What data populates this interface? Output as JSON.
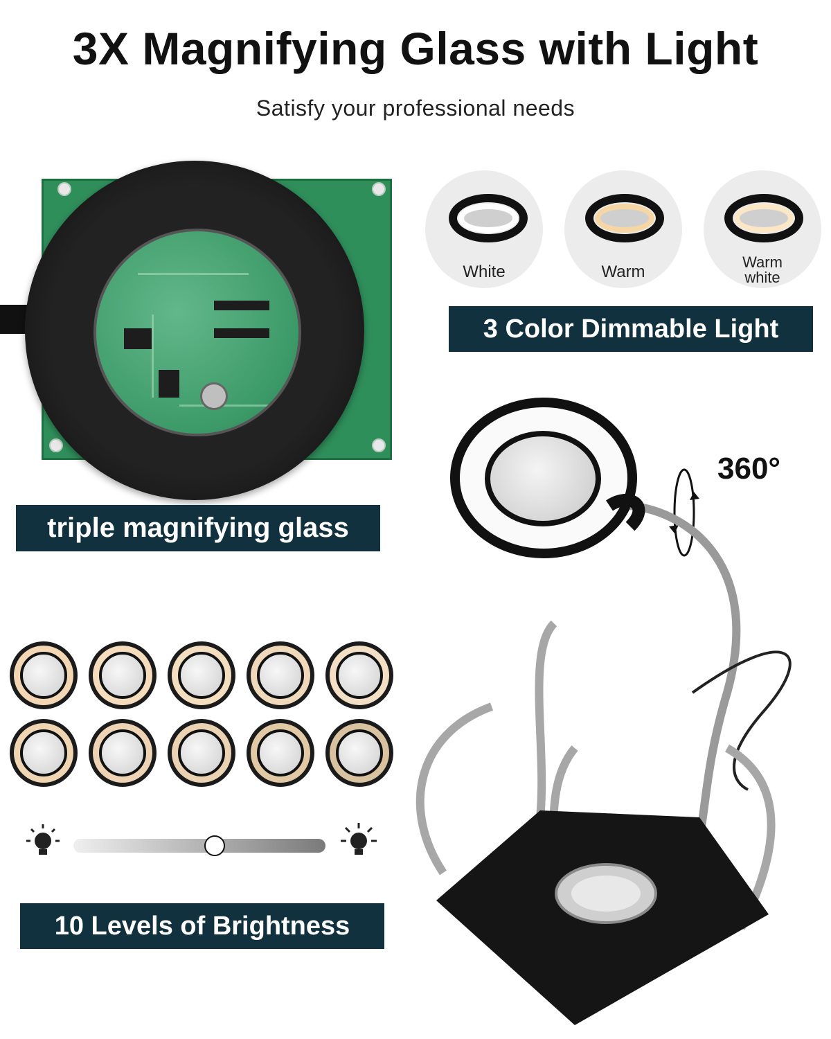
{
  "header": {
    "title": "3X Magnifying Glass with Light",
    "subtitle": "Satisfy your professional needs"
  },
  "features": {
    "magnifier_label": "triple magnifying glass",
    "color_label": "3 Color Dimmable Light",
    "brightness_label": "10 Levels of Brightness",
    "rotation_label": "360°"
  },
  "color_modes": [
    {
      "line1": "White",
      "line2": "",
      "glow": "#ffffff"
    },
    {
      "line1": "Warm",
      "line2": "",
      "glow": "#f6d6a4"
    },
    {
      "line1": "Warm",
      "line2": "white",
      "glow": "#fbe7c6"
    }
  ],
  "brightness": {
    "levels": 10,
    "slider_level_fraction": 0.56,
    "ring_colors": [
      "#f3d7b4",
      "#f4dcbc",
      "#f4dec0",
      "#f0d9bb",
      "#f2dfc5",
      "#efd5b2",
      "#eed4b4",
      "#ebd2b2",
      "#e2c9a6",
      "#d8c2a0"
    ]
  },
  "colors": {
    "banner": "#12313e",
    "pcb": "#2f8f5b"
  },
  "icons": [
    "dim-bulb-icon",
    "bright-bulb-icon",
    "rotate-arrow-icon"
  ]
}
